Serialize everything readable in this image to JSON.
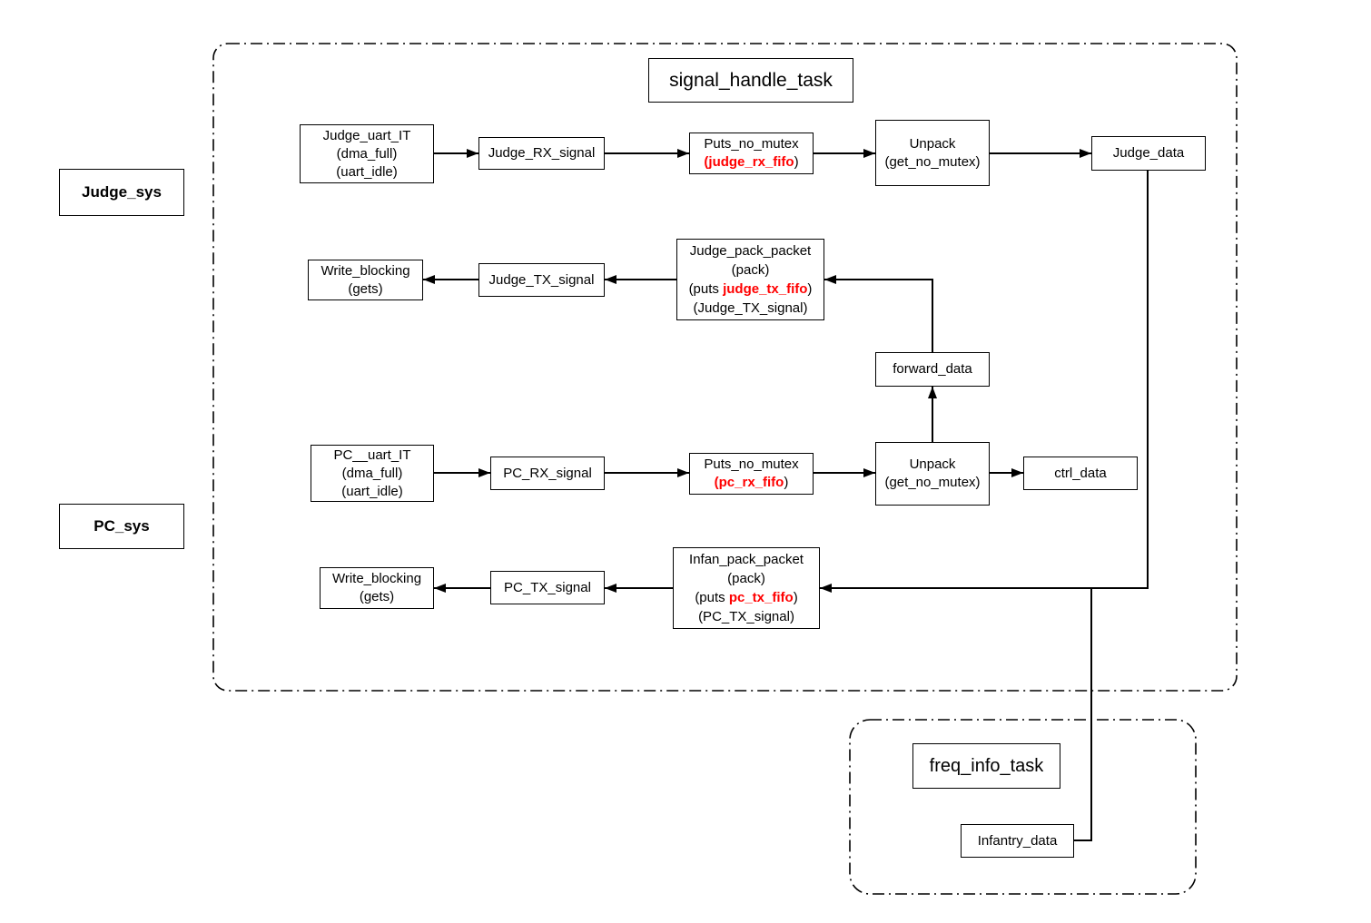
{
  "containers": {
    "signal_handle": {
      "title": "signal_handle_task"
    },
    "freq_info": {
      "title": "freq_info_task"
    }
  },
  "side_labels": {
    "judge_sys": "Judge_sys",
    "pc_sys": "PC_sys"
  },
  "colors": {
    "fifo_red": "#ff0000",
    "line_black": "#000000",
    "box_bg": "#ffffff"
  },
  "nodes": {
    "judge_uart_it": {
      "lines": [
        "Judge_uart_IT",
        "(dma_full)",
        "(uart_idle)"
      ]
    },
    "judge_rx_signal": {
      "label": "Judge_RX_signal"
    },
    "puts_no_mutex_judge": {
      "title": "Puts_no_mutex",
      "open": "(",
      "fifo": "judge_rx_fifo",
      "close": ")"
    },
    "unpack_judge": {
      "lines": [
        "Unpack",
        "(get_no_mutex)"
      ]
    },
    "judge_data": {
      "label": "Judge_data"
    },
    "write_blocking_judge": {
      "lines": [
        "Write_blocking",
        "(gets)"
      ]
    },
    "judge_tx_signal": {
      "label": "Judge_TX_signal"
    },
    "judge_pack_packet": {
      "line1": "Judge_pack_packet",
      "line2": "(pack)",
      "open": "(puts ",
      "fifo": "judge_tx_fifo",
      "close": ")",
      "line4": "(Judge_TX_signal)"
    },
    "forward_data": {
      "label": "forward_data"
    },
    "pc_uart_it": {
      "lines": [
        "PC__uart_IT",
        "(dma_full)",
        "(uart_idle)"
      ]
    },
    "pc_rx_signal": {
      "label": "PC_RX_signal"
    },
    "puts_no_mutex_pc": {
      "title": "Puts_no_mutex",
      "open": "(",
      "fifo": "pc_rx_fifo",
      "close": ")"
    },
    "unpack_pc": {
      "lines": [
        "Unpack",
        "(get_no_mutex)"
      ]
    },
    "ctrl_data": {
      "label": "ctrl_data"
    },
    "write_blocking_pc": {
      "lines": [
        "Write_blocking",
        "(gets)"
      ]
    },
    "pc_tx_signal": {
      "label": "PC_TX_signal"
    },
    "infan_pack_packet": {
      "line1": "Infan_pack_packet",
      "line2": "(pack)",
      "open": "(puts ",
      "fifo": "pc_tx_fifo",
      "close": ")",
      "line4": "(PC_TX_signal)"
    },
    "infantry_data": {
      "label": "Infantry_data"
    }
  }
}
